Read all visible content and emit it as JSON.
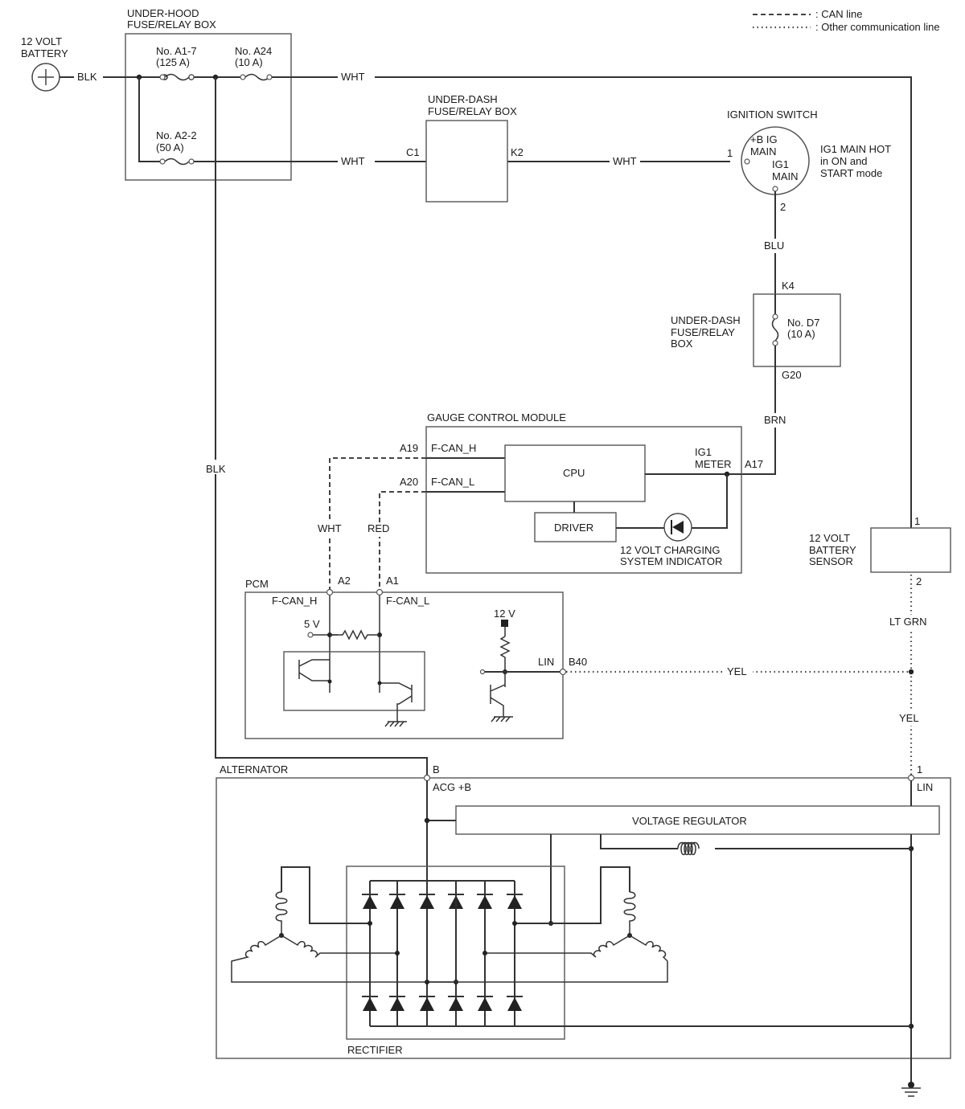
{
  "legend": {
    "can_line": ": CAN line",
    "other_line": ": Other communication line"
  },
  "battery": {
    "label_1": "12 VOLT",
    "label_2": "BATTERY"
  },
  "underhood_box": {
    "title_1": "UNDER-HOOD",
    "title_2": "FUSE/RELAY BOX",
    "fuse_a17_1": "No. A1-7",
    "fuse_a17_2": "(125 A)",
    "fuse_a24_1": "No. A24",
    "fuse_a24_2": "(10 A)",
    "fuse_a22_1": "No. A2-2",
    "fuse_a22_2": "(50 A)"
  },
  "wires": {
    "blk": "BLK",
    "wht": "WHT",
    "blu": "BLU",
    "brn": "BRN",
    "red": "RED",
    "yel": "YEL",
    "ltgrn": "LT GRN"
  },
  "underdash_box_1": {
    "title_1": "UNDER-DASH",
    "title_2": "FUSE/RELAY BOX",
    "pin_in": "C1",
    "pin_out": "K2"
  },
  "ignition": {
    "title": "IGNITION SWITCH",
    "pos_1a": "+B IG",
    "pos_1b": "MAIN",
    "pos_2a": "IG1",
    "pos_2b": "MAIN",
    "pin_1": "1",
    "pin_2": "2",
    "note_1": "IG1 MAIN HOT",
    "note_2": "in ON and",
    "note_3": "START mode"
  },
  "underdash_box_2": {
    "title_1": "UNDER-DASH",
    "title_2": "FUSE/RELAY",
    "title_3": "BOX",
    "pin_top": "K4",
    "pin_bottom": "G20",
    "fuse_1": "No. D7",
    "fuse_2": "(10 A)"
  },
  "gauge": {
    "title": "GAUGE CONTROL MODULE",
    "pin_a19": "A19",
    "pin_a20": "A20",
    "pin_a17": "A17",
    "fcan_h": "F-CAN_H",
    "fcan_l": "F-CAN_L",
    "cpu": "CPU",
    "driver": "DRIVER",
    "ig1_1": "IG1",
    "ig1_2": "METER",
    "indicator_1": "12 VOLT CHARGING",
    "indicator_2": "SYSTEM INDICATOR"
  },
  "pcm": {
    "title": "PCM",
    "pin_a2": "A2",
    "pin_a1": "A1",
    "fcan_h": "F-CAN_H",
    "fcan_l": "F-CAN_L",
    "v5": "5 V",
    "v12": "12 V",
    "lin": "LIN",
    "pin_b40": "B40"
  },
  "battery_sensor": {
    "label_1": "12 VOLT",
    "label_2": "BATTERY",
    "label_3": "SENSOR",
    "pin_1": "1",
    "pin_2": "2"
  },
  "alternator": {
    "title": "ALTERNATOR",
    "pin_b": "B",
    "acg": "ACG +B",
    "pin_1": "1",
    "lin": "LIN",
    "regulator": "VOLTAGE REGULATOR",
    "rectifier": "RECTIFIER"
  }
}
